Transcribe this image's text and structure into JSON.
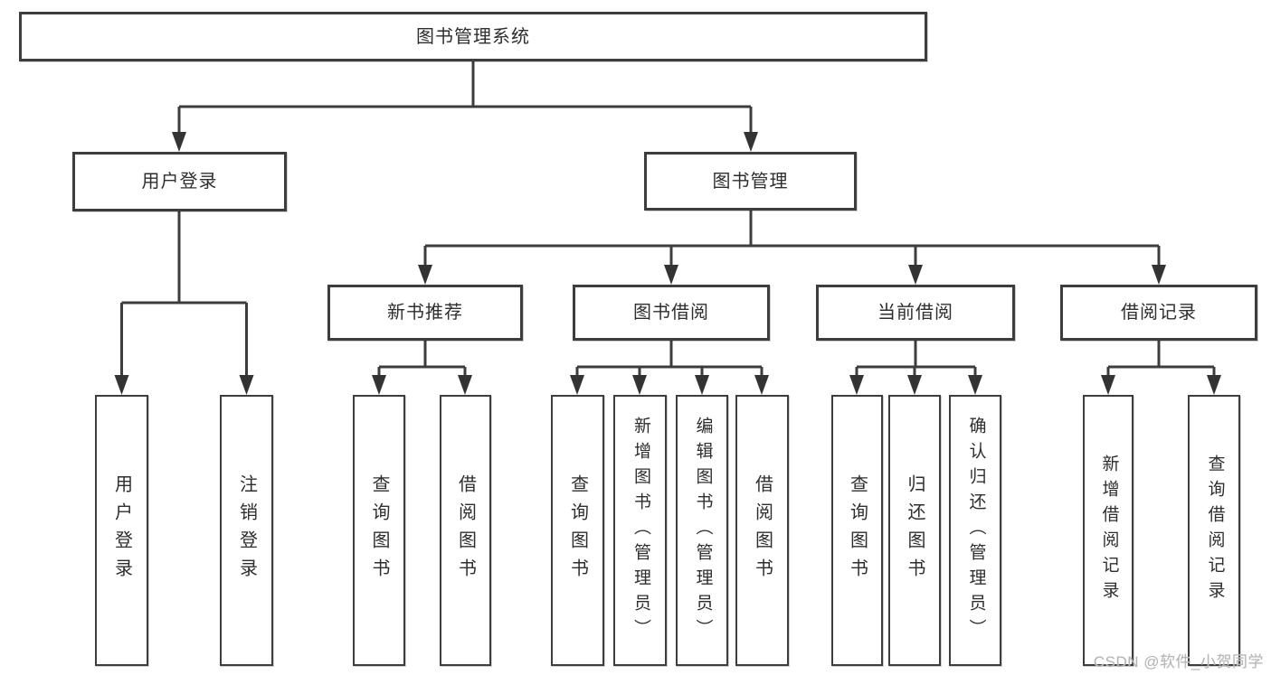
{
  "diagram": {
    "colors": {
      "line": "#3d3d3d",
      "box_border": "#3d3d3d",
      "text": "#2e2e2e",
      "watermark": "#b5b5b5",
      "background": "#ffffff"
    },
    "watermark": "CSDN @软件_小贺同学",
    "root": {
      "label": "图书管理系统"
    },
    "branches": [
      {
        "label": "用户登录",
        "children": [
          {
            "label": "用户登录"
          },
          {
            "label": "注销登录"
          }
        ]
      },
      {
        "label": "图书管理",
        "children": [
          {
            "label": "新书推荐",
            "children": [
              {
                "label": "查询图书"
              },
              {
                "label": "借阅图书"
              }
            ]
          },
          {
            "label": "图书借阅",
            "children": [
              {
                "label": "查询图书"
              },
              {
                "label": "新增图书（管理员）"
              },
              {
                "label": "编辑图书（管理员）"
              },
              {
                "label": "借阅图书"
              }
            ]
          },
          {
            "label": "当前借阅",
            "children": [
              {
                "label": "查询图书"
              },
              {
                "label": "归还图书"
              },
              {
                "label": "确认归还（管理员）"
              }
            ]
          },
          {
            "label": "借阅记录",
            "children": [
              {
                "label": "新增借阅记录"
              },
              {
                "label": "查询借阅记录"
              }
            ]
          }
        ]
      }
    ]
  }
}
